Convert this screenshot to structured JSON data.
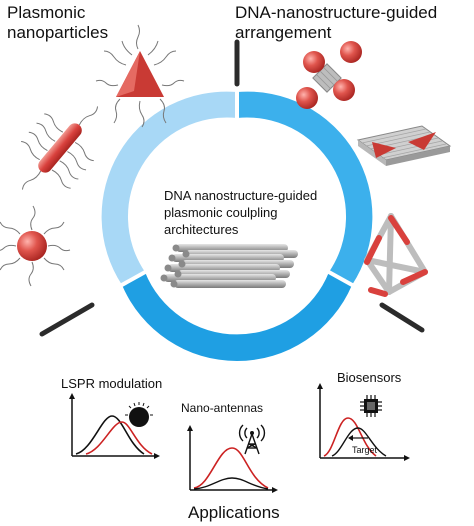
{
  "labels": {
    "plasmonic_nanoparticles": [
      "Plasmonic",
      "nanoparticles"
    ],
    "dna_guided_arrangement": [
      "DNA-nanostructure-guided",
      "arrangement"
    ],
    "center": [
      "DNA nanostructure-guided",
      "plasmonic coulpling",
      "architectures"
    ],
    "lspr": "LSPR modulation",
    "nano_antennas": "Nano-antennas",
    "biosensors": "Biosensors",
    "target": "Target",
    "applications": "Applications"
  },
  "colors": {
    "ring_light": "#a8d8f6",
    "ring_mid": "#3cb0ec",
    "ring_dark": "#1f9fe3",
    "particle_red": "#d9413d",
    "curve_red": "#cc2222",
    "curve_black": "#111111",
    "rod_gray": "#a8a8a8"
  },
  "icons": [
    "triangle-nanoparticle-icon",
    "nanorod-icon",
    "nanosphere-icon",
    "dimer-assembly-icon",
    "triangle-dimer-on-origami-icon",
    "tetrahedron-icon",
    "dna-origami-bundle-icon",
    "nanoparticle-icon",
    "antenna-tower-icon",
    "chip-icon"
  ]
}
